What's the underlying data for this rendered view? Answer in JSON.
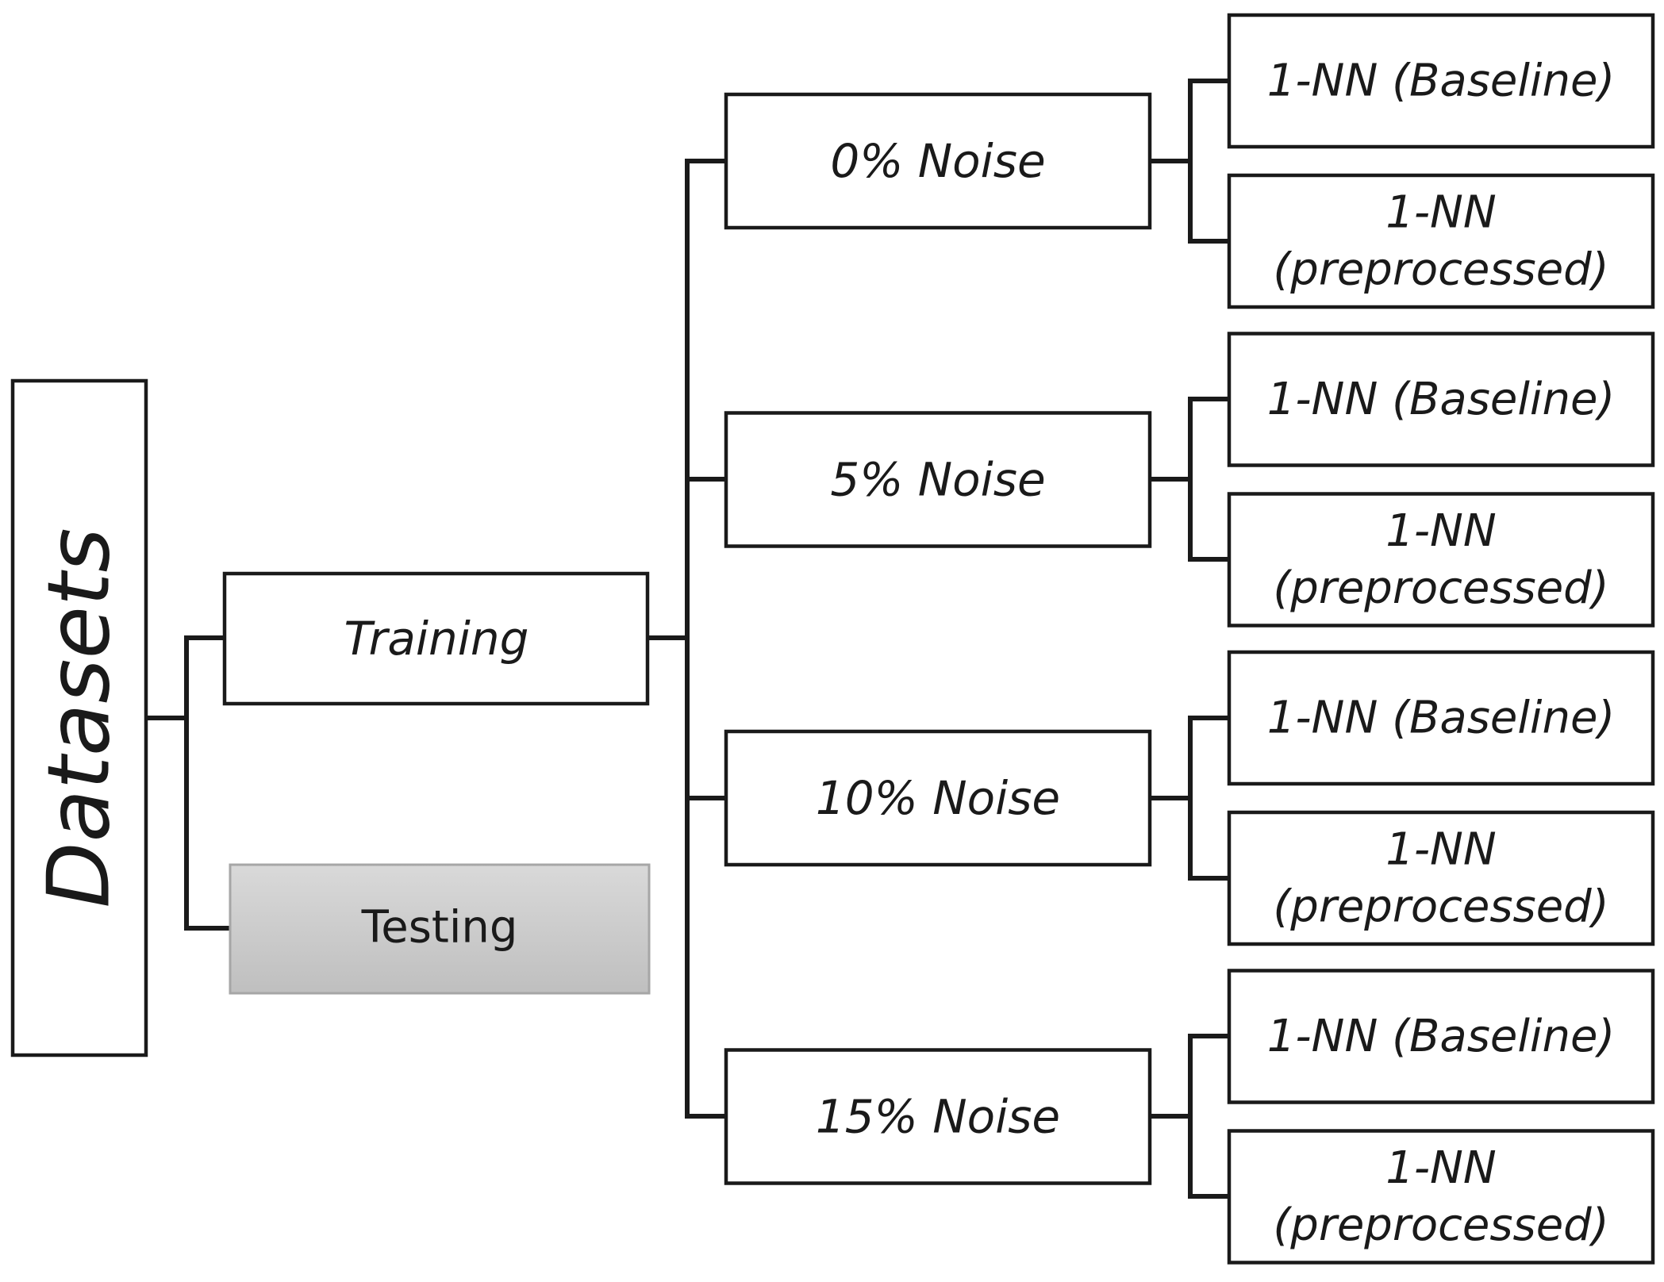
{
  "root": {
    "label": "Datasets"
  },
  "splits": {
    "training": {
      "label": "Training"
    },
    "testing": {
      "label": "Testing"
    }
  },
  "noise_levels": [
    {
      "label": "0% Noise",
      "methods": [
        "1-NN (Baseline)",
        "1-NN\n(preprocessed)"
      ]
    },
    {
      "label": "5% Noise",
      "methods": [
        "1-NN (Baseline)",
        "1-NN\n(preprocessed)"
      ]
    },
    {
      "label": "10% Noise",
      "methods": [
        "1-NN (Baseline)",
        "1-NN\n(preprocessed)"
      ]
    },
    {
      "label": "15% Noise",
      "methods": [
        "1-NN (Baseline)",
        "1-NN\n(preprocessed)"
      ]
    }
  ],
  "colors": {
    "testing_fill_top": "#d9d9d9",
    "testing_fill_bottom": "#bfbfbf",
    "stroke": "#1a1a1a"
  }
}
